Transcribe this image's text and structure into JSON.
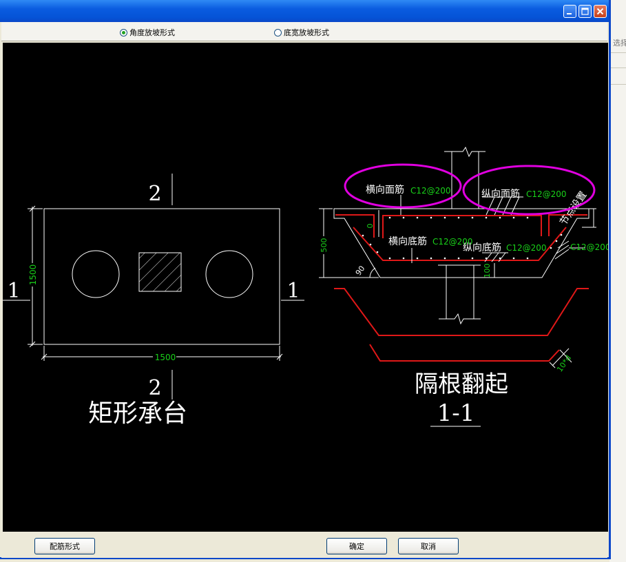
{
  "background_window": {
    "partial_text": "选择"
  },
  "dialog": {
    "title": "",
    "options": [
      {
        "label": "角度放坡形式",
        "selected": true
      },
      {
        "label": "底宽放坡形式",
        "selected": false
      }
    ],
    "buttons": {
      "rebar_form": "配筋形式",
      "ok": "确定",
      "cancel": "取消"
    }
  },
  "plan_view": {
    "caption": "矩形承台",
    "section_mark_top": "2",
    "section_mark_bottom": "2",
    "section_mark_left": "1",
    "section_mark_right": "1",
    "dim_width": "1500",
    "dim_height": "1500"
  },
  "section_view": {
    "caption": "隔根翻起",
    "section_label": "1-1",
    "label_top_transverse": "横向面筋",
    "value_top_transverse": "C12@200",
    "label_top_longitudinal": "纵向面筋",
    "value_top_longitudinal": "C12@200",
    "label_bottom_transverse": "横向底筋",
    "value_bottom_transverse": "C12@200",
    "label_bottom_longitudinal": "纵向底筋",
    "value_bottom_longitudinal": "C12@200",
    "label_node_setting": "节点设置",
    "value_side": "C12@200",
    "dim_thickness": "500",
    "dim_zero": "0",
    "dim_angle": "90",
    "dim_100": "100",
    "dim_anchor": "10*d"
  },
  "colors": {
    "rebar": "#e01818",
    "dimension": "#19d219",
    "highlight": "#e000e0",
    "linework": "#ffffff"
  }
}
